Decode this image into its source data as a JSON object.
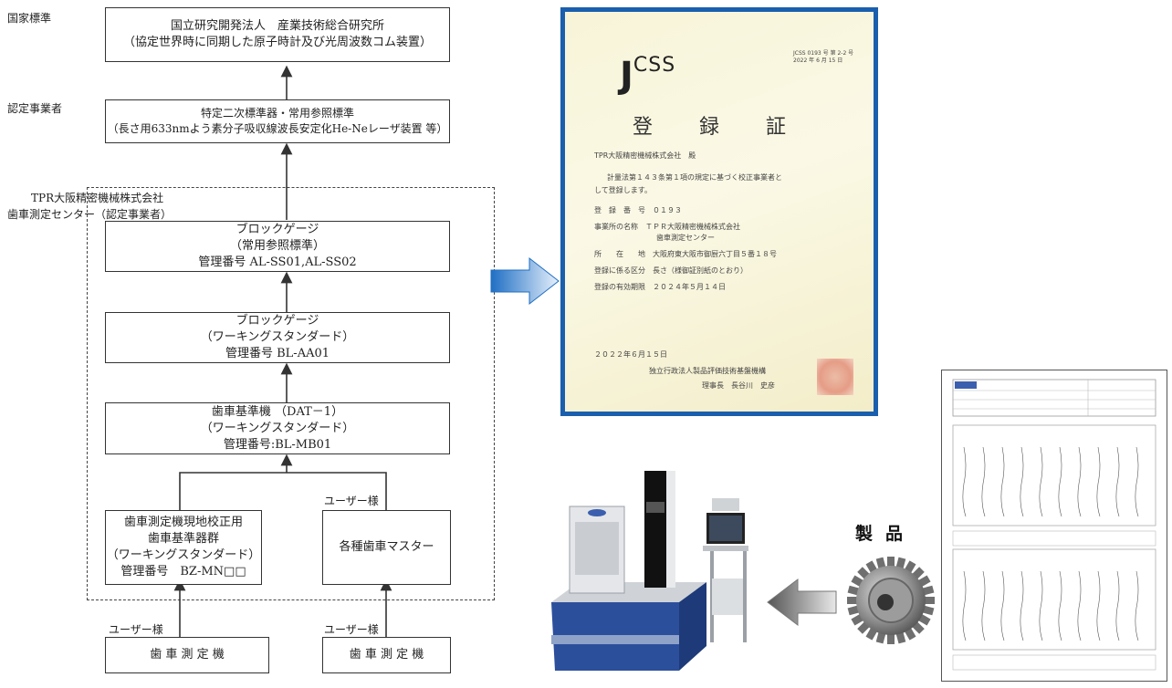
{
  "chain": {
    "label_national": "国家標準",
    "label_accredited": "認定事業者",
    "company_line1": "TPR大阪精密機械株式会社",
    "company_line2": "歯車測定センター（認定事業者）",
    "aist_line1": "国立研究開発法人　産業技術総合研究所",
    "aist_line2": "（協定世界時に同期した原子時計及び光周波数コム装置）",
    "secondary_line1": "特定二次標準器・常用参照標準",
    "secondary_line2": "（長さ用633nmよう素分子吸収線波長安定化He-Neレーザ装置 等）",
    "block_ref_line1": "ブロックゲージ",
    "block_ref_line2": "（常用参照標準）",
    "block_ref_line3": "管理番号 AL-SS01,AL-SS02",
    "block_work_line1": "ブロックゲージ",
    "block_work_line2": "（ワーキングスタンダード）",
    "block_work_line3": "管理番号 BL-AA01",
    "gear_std_line1": "歯車基準機 （DAT－1）",
    "gear_std_line2": "（ワーキングスタンダード）",
    "gear_std_line3": "管理番号:BL-MB01",
    "local_line1": "歯車測定機現地校正用",
    "local_line2": "歯車基準器群",
    "local_line3": "（ワーキングスタンダード）",
    "local_line4": "管理番号　BZ-MN□□",
    "master": "各種歯車マスター",
    "user1": "ユーザー様",
    "user2": "ユーザー様",
    "user3": "ユーザー様",
    "machine1": "歯 車 測 定 機",
    "machine2": "歯 車 測 定 機"
  },
  "certificate": {
    "logo_j": "J",
    "logo_rest": "CSS",
    "corner_line1": "JCSS 0193 号 第 2-2 号",
    "corner_line2": "2022 年 6 月 15 日",
    "title": "登 録 証",
    "addressee": "TPR大阪精密機械株式会社　殿",
    "body_line1": "計量法第１４３条第１項の規定に基づく校正事業者と",
    "body_line2": "して登録します。",
    "reg_no": "登　録　番　号　０１９３",
    "office_line1": "事業所の名称　ＴＰＲ大阪精密機械株式会社",
    "office_line2": "歯車測定センター",
    "location": "所　　在　　地　大阪府東大阪市御厨六丁目５番１８号",
    "category": "登録に係る区分　長さ（様御証別紙のとおり）",
    "validity": "登録の有効期限　２０２４年５月１４日",
    "date": "２０２２年６月１５日",
    "issuer": "独立行政法人製品評価技術基盤機構",
    "signer": "理事長　長谷川　史彦"
  },
  "products": {
    "label": "製品"
  },
  "colors": {
    "cert_border": "#1a5fae",
    "arrow_blue": "#1f6fc4",
    "machine_blue": "#2c4f9c"
  }
}
